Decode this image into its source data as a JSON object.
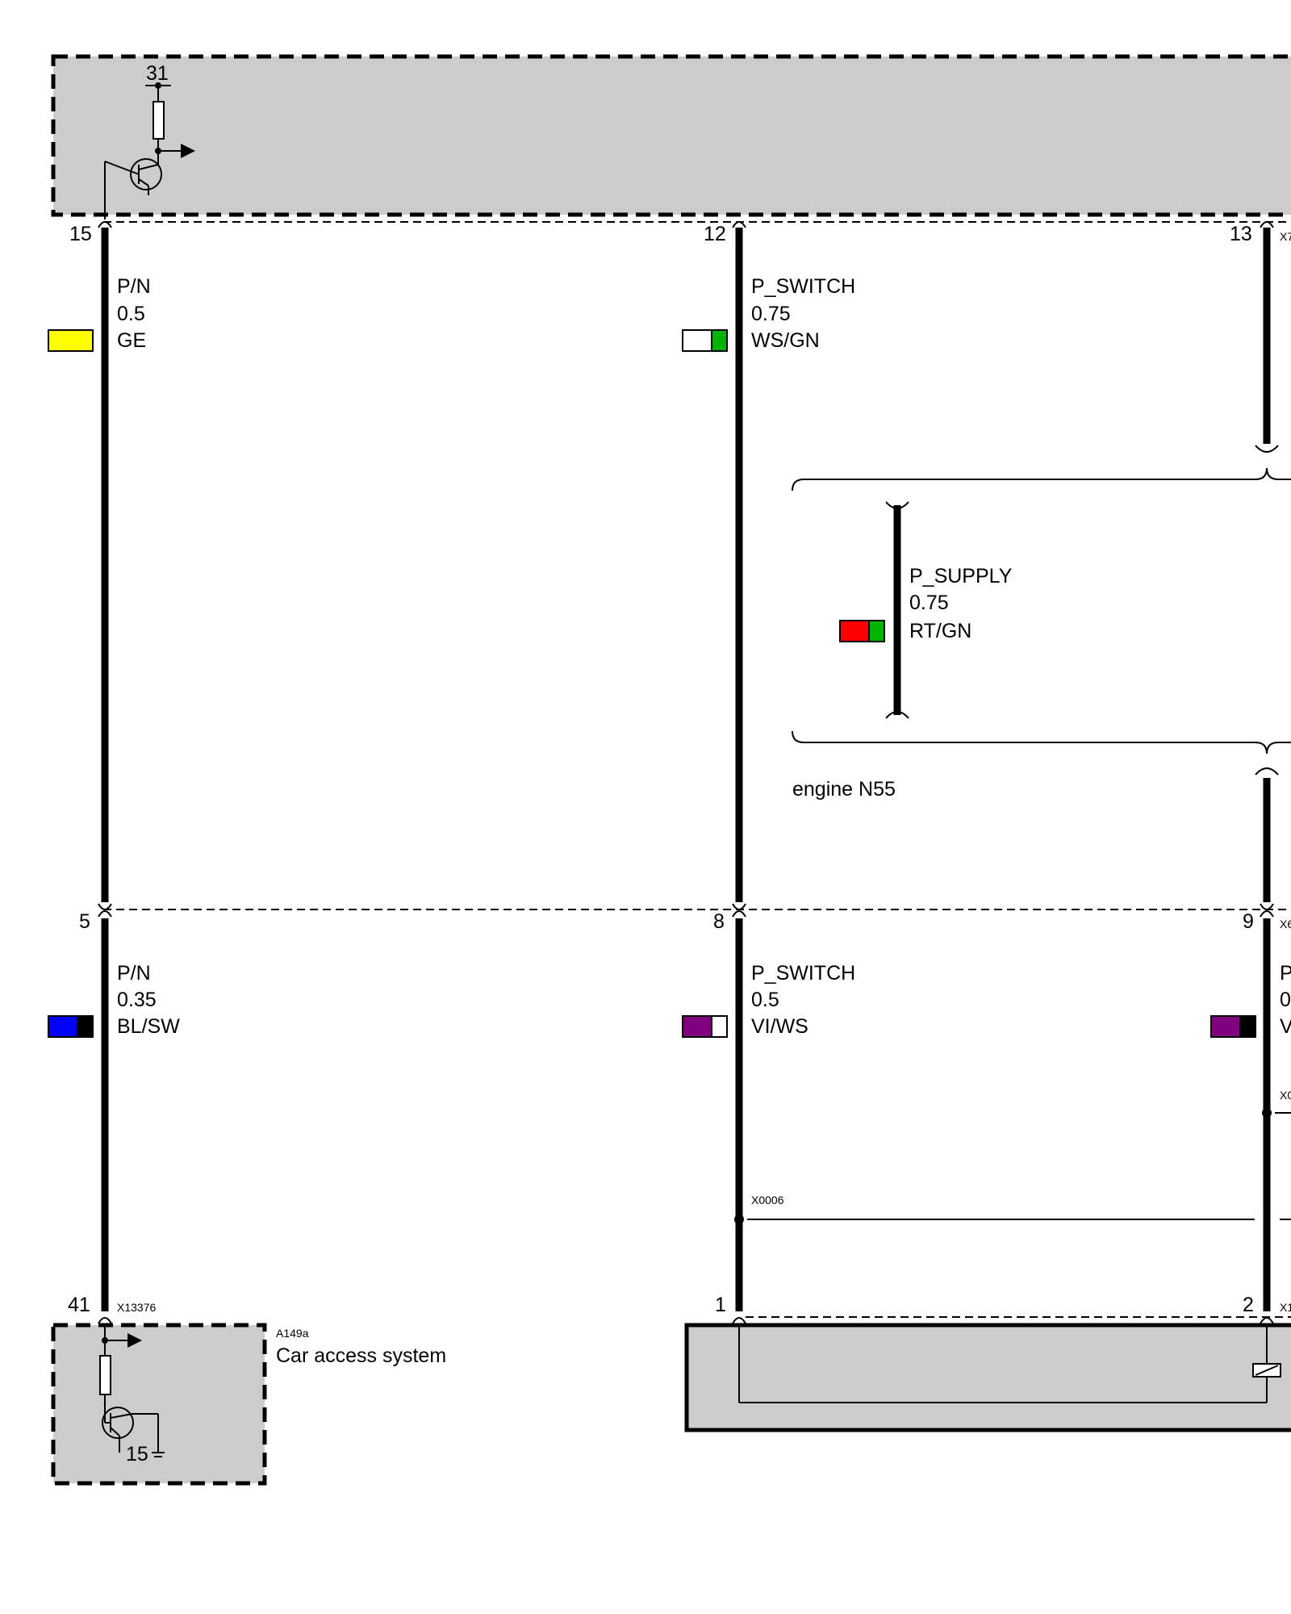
{
  "top_module": {
    "internal_pin": "31",
    "pins": [
      {
        "number": "15"
      },
      {
        "number": "12"
      },
      {
        "number": "13",
        "connector": "X7"
      }
    ]
  },
  "upper_wires": [
    {
      "signal": "P/N",
      "size": "0.5",
      "color_code": "GE",
      "colors": [
        "#ffff00"
      ]
    },
    {
      "signal": "P_SWITCH",
      "size": "0.75",
      "color_code": "WS/GN",
      "colors": [
        "#ffffff",
        "#00b400"
      ]
    }
  ],
  "option_block": {
    "signal": "P_SUPPLY",
    "size": "0.75",
    "color_code": "RT/GN",
    "colors": [
      "#ff0000",
      "#00b400"
    ],
    "caption": "engine N55"
  },
  "middle_connector": {
    "pins": [
      {
        "number": "5"
      },
      {
        "number": "8"
      },
      {
        "number": "9",
        "connector": "X6"
      }
    ]
  },
  "lower_wires": [
    {
      "signal": "P/N",
      "size": "0.35",
      "color_code": "BL/SW",
      "colors": [
        "#0000ff",
        "#000000"
      ]
    },
    {
      "signal": "P_SWITCH",
      "size": "0.5",
      "color_code": "VI/WS",
      "colors": [
        "#800080",
        "#ffffff"
      ]
    },
    {
      "signal": "P",
      "size": "0",
      "color_code": "V",
      "colors": [
        "#800080",
        "#000000"
      ]
    }
  ],
  "splices": {
    "left": "X0006",
    "right": "X0"
  },
  "car_access": {
    "pin": "41",
    "connector": "X13376",
    "component_id": "A149a",
    "component_name": "Car access system",
    "internal_pin": "15"
  },
  "bottom_module": {
    "pins": [
      {
        "number": "1"
      },
      {
        "number": "2",
        "connector": "X1"
      }
    ]
  }
}
